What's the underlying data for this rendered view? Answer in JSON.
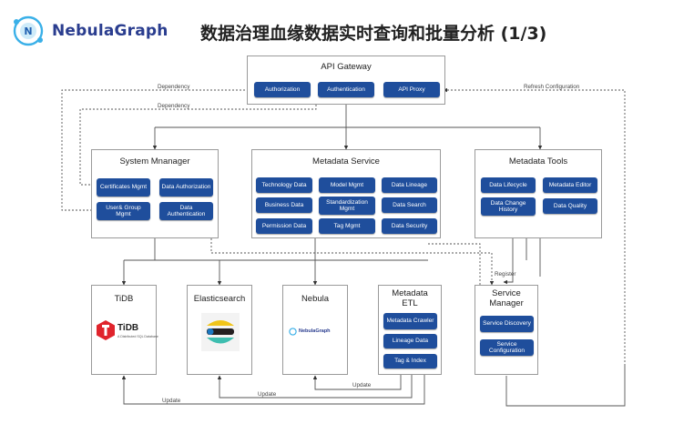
{
  "header": {
    "brand": "NebulaGraph",
    "title": "数据治理血缘数据实时查询和批量分析 (1/3)"
  },
  "api_gateway": {
    "title": "API Gateway",
    "items": [
      "Authorization",
      "Authentication",
      "API Proxy"
    ]
  },
  "system_manager": {
    "title": "System Mnanager",
    "items": [
      "Certificates Mgmt",
      "Data Authorization",
      "User& Group Mgmt",
      "Data Authentication"
    ]
  },
  "metadata_service": {
    "title": "Metadata Service",
    "items": [
      "Technology Data",
      "Model Mgmt",
      "Data Lineage",
      "Business Data",
      "Standardization Mgmt",
      "Data Search",
      "Permission Data",
      "Tag Mgmt",
      "Data Security"
    ]
  },
  "metadata_tools": {
    "title": "Metadata Tools",
    "items": [
      "Data Lifecycle",
      "Metadata Editor",
      "Data Change History",
      "Data Quality"
    ]
  },
  "tidb": {
    "title": "TiDB",
    "logo_text": "TiDB",
    "logo_sub": "A Distributed SQL Database"
  },
  "elasticsearch": {
    "title": "Elasticsearch"
  },
  "nebula": {
    "title": "Nebula",
    "logo_text": "NebulaGraph"
  },
  "metadata_etl": {
    "title_line1": "Metadata",
    "title_line2": "ETL",
    "items": [
      "Metadata Crawler",
      "Lineage Data",
      "Tag & Index"
    ]
  },
  "service_manager": {
    "title_line1": "Service",
    "title_line2": "Manager",
    "items": [
      "Service Discovery",
      "Service Configuration"
    ]
  },
  "edge_labels": {
    "dependency_1": "Dependency",
    "dependency_2": "Dependency",
    "refresh": "Refresh Configuration",
    "register": "Register",
    "update_tidb": "Update",
    "update_es": "Update",
    "update_nebula": "Update"
  },
  "colors": {
    "chip": "#1f4e9c",
    "brand": "#2a3d8f",
    "tidb_red": "#e0242c"
  }
}
